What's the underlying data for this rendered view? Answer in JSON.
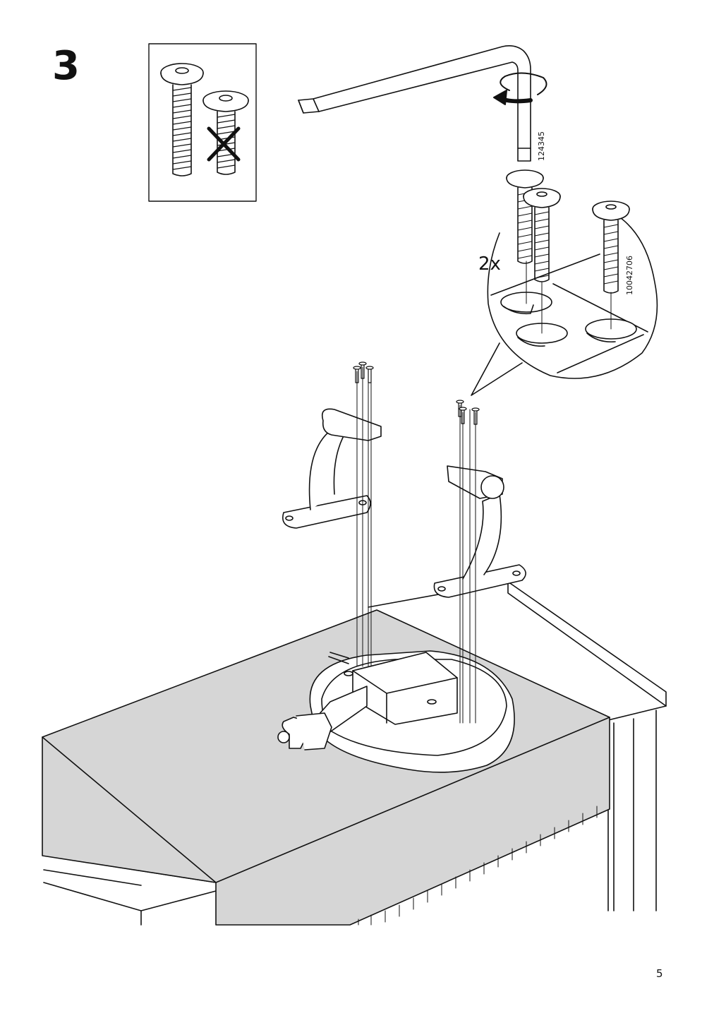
{
  "step": {
    "number": "3"
  },
  "callouts": {
    "allen_key_code": "124345",
    "screw_code": "10042706",
    "quantity": "2x"
  },
  "page": {
    "number": "5"
  },
  "colors": {
    "line": "#111111",
    "table_runner": "#d6d6d6",
    "paper": "#ffffff"
  },
  "icons": [
    "allen-key-icon",
    "rotation-arrow-icon",
    "screw-icon",
    "incorrect-cross-icon"
  ]
}
